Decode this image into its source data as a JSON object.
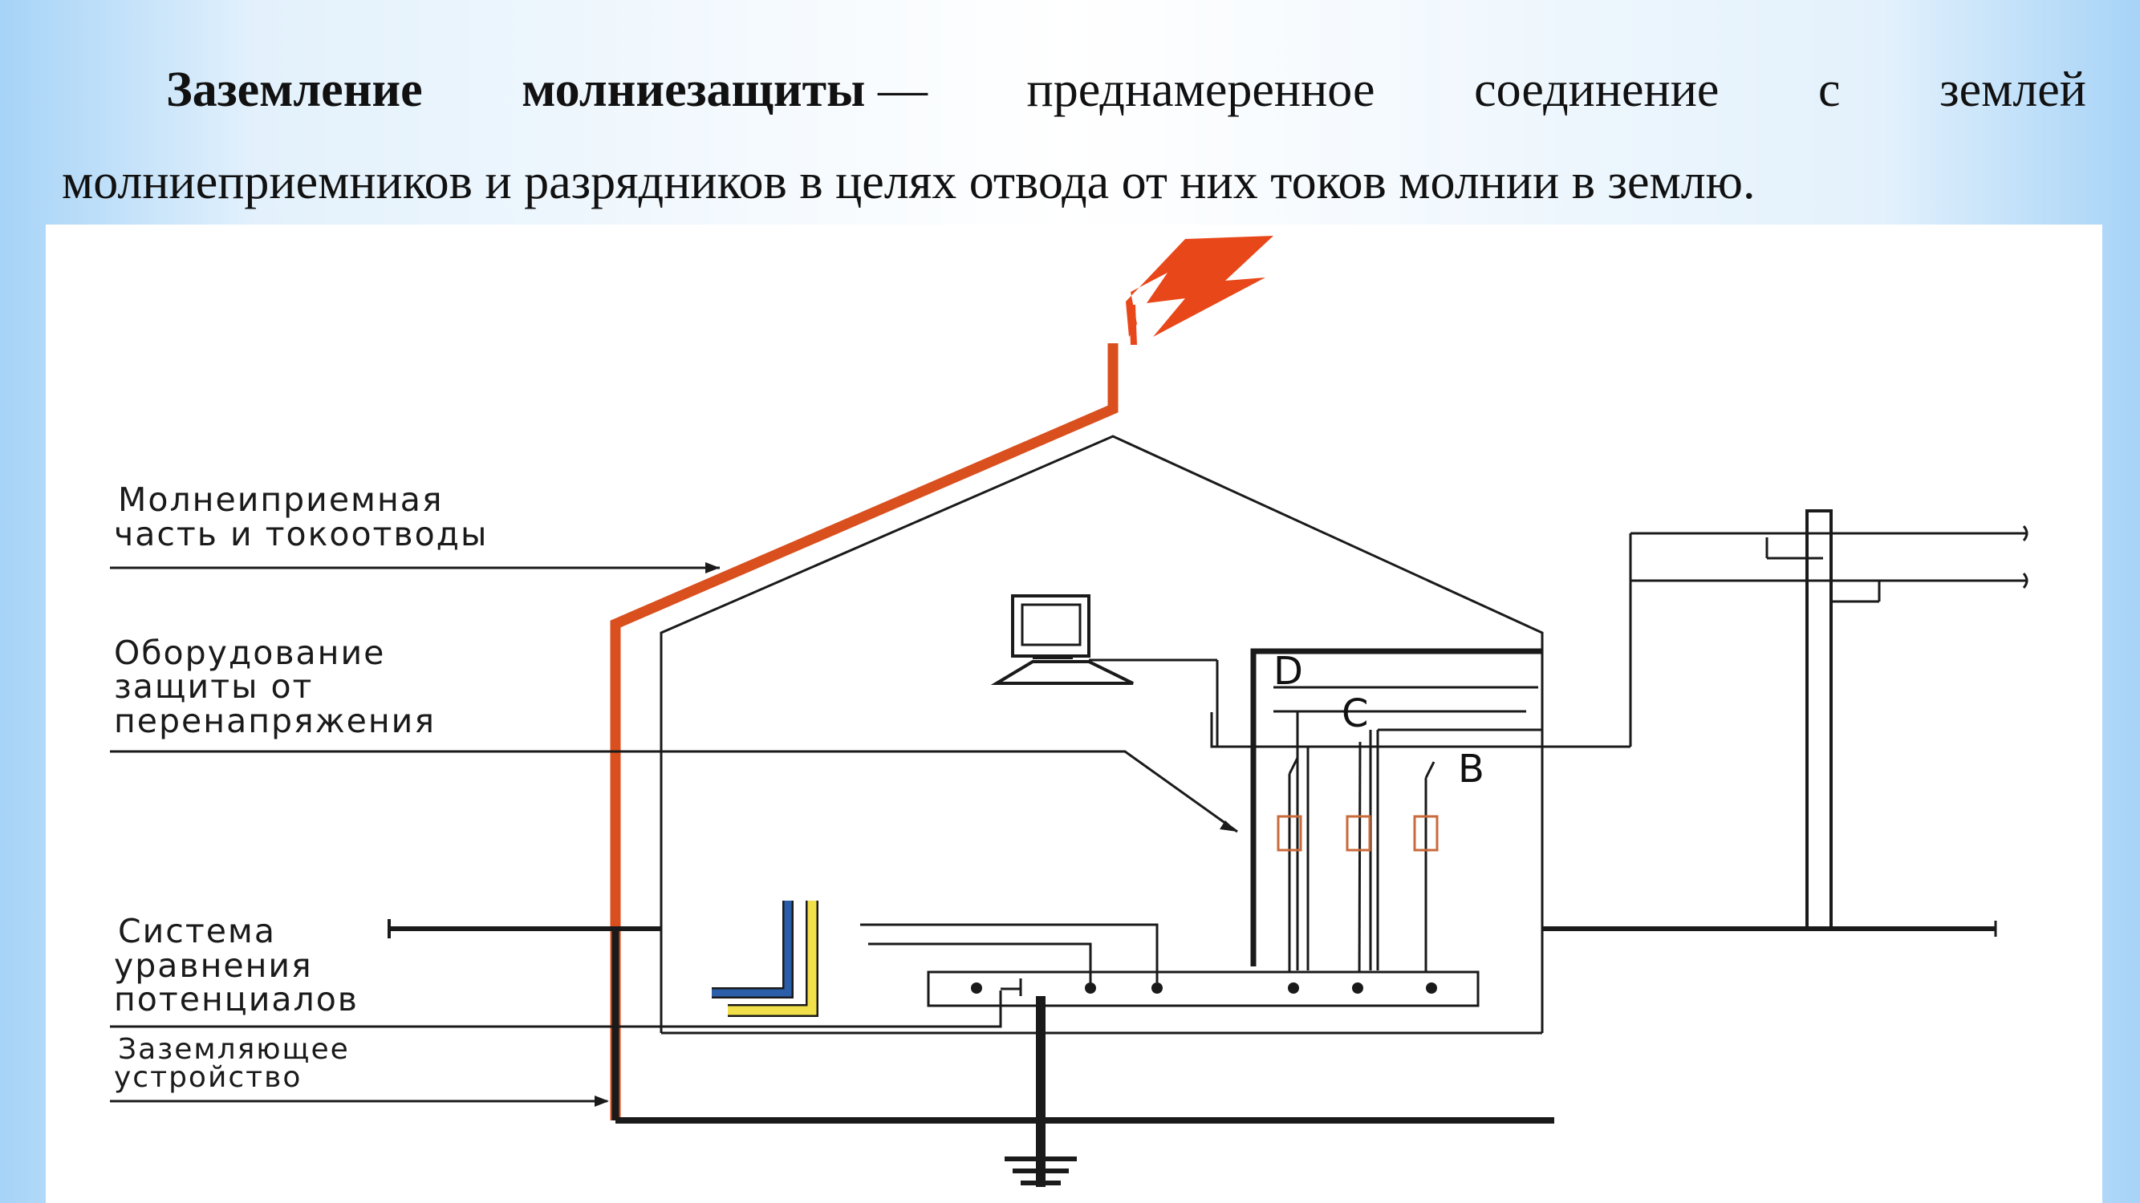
{
  "slide": {
    "term_word1": "Заземление",
    "term_word2": "молниезащиты",
    "dash": "—",
    "def_words": [
      "преднамеренное",
      "соединение",
      "с",
      "землей"
    ],
    "line2": "молниеприемников и разрядников в целях отвода от них токов молнии в землю."
  },
  "diagram": {
    "labels": {
      "lightning_part_1": "Молнеиприемная",
      "lightning_part_2": "часть и токоотводы",
      "surge_1": "Оборудование",
      "surge_2": "защиты от",
      "surge_3": "перенапряжения",
      "equip_1": "Система",
      "equip_2": "уравнения",
      "equip_3": "потенциалов",
      "ground_1": "Заземляющее",
      "ground_2": "устройство"
    },
    "zones": {
      "d": "D",
      "c": "C",
      "b": "B"
    },
    "colors": {
      "lightning": "#e8471a",
      "conductor": "#d94f1e",
      "arrester": "#c96a3a",
      "pipe_blue": "#2a5ea8",
      "pipe_yellow": "#f2e04a"
    },
    "icons": [
      "lightning-bolt-icon",
      "computer-monitor-icon",
      "ground-symbol-icon"
    ]
  }
}
